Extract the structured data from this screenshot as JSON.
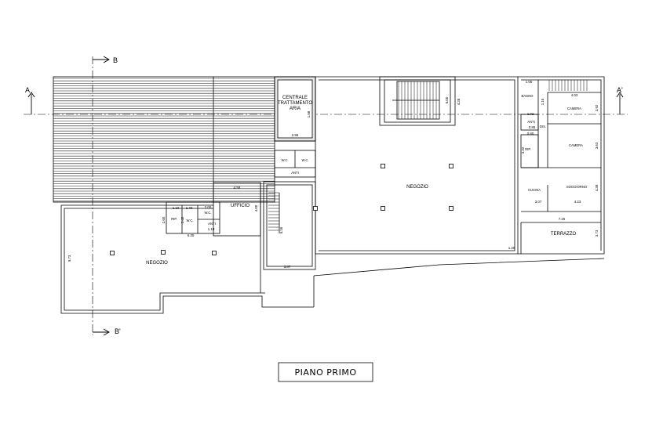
{
  "title": "PIANO PRIMO",
  "section_markers": {
    "a_left": "A",
    "a_right": "A'",
    "b_top": "B",
    "b_bottom": "B'"
  },
  "rooms": {
    "centrale": [
      "CENTRALE",
      "TRATTAMENTO",
      "ARIA"
    ],
    "negozio_main": "NEGOZIO",
    "negozio_left": "NEGOZIO",
    "ufficio": "UFFICIO",
    "wc1": "W.C.",
    "wc2": "W.C.",
    "anti": "ANTI",
    "rip_left": "RIP.",
    "wc_small": "W.C.",
    "anti_small": "ANTI",
    "wc_office": "W.C.",
    "bagno": "BAGNO",
    "camera1": "CAMERA",
    "camera2": "CAMERA",
    "anti_apt": "ANTI",
    "dis": "DIS.",
    "rip_apt": "RIP.",
    "cucina": "CUCINA",
    "soggiorno": "SOGGIORNO",
    "terrazzo": "TERRAZZO"
  },
  "dimensions": {
    "d_296": "2.96",
    "d_158": "1.58",
    "d_500": "5.00",
    "d_428": "4.28",
    "d_458": "4.58",
    "d_400": "4.00",
    "d_260": "2.60",
    "d_110": "1.10",
    "d_140": "1.40",
    "d_200": "2.00",
    "d_240": "2.40",
    "d_118": "1.18",
    "d_630": "6.30",
    "d_516": "5.16",
    "d_387": "3.87",
    "d_973": "9.73",
    "d_105": "1.05",
    "d_403": "4.03",
    "d_115": "1.15",
    "d_392": "3.92",
    "d_102": "1.02",
    "d_085": "0.85",
    "d_080": "0.80",
    "d_332": "3.32",
    "d_363": "3.63",
    "d_307": "3.07",
    "d_423": "4.23",
    "d_438": "4.38",
    "d_726": "7.26",
    "d_373": "3.73",
    "d_126": "1.26"
  }
}
